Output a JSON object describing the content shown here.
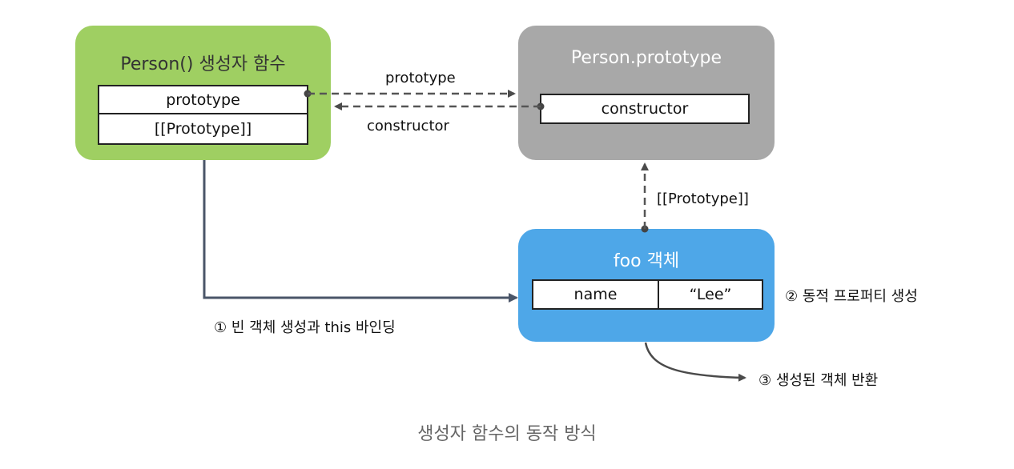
{
  "person_function": {
    "title": "Person() 생성자 함수",
    "rows": [
      "prototype",
      "[[Prototype]]"
    ],
    "color": "#9fcf62"
  },
  "person_prototype": {
    "title": "Person.prototype",
    "rows": [
      "constructor"
    ],
    "color": "#a8a8a8"
  },
  "foo_object": {
    "title": "foo 객체",
    "prop_name": "name",
    "prop_value": "“Lee”",
    "color": "#4ea7e8"
  },
  "arrows": {
    "prototype": "prototype",
    "constructor": "constructor",
    "proto_link": "[[Prototype]]"
  },
  "steps": {
    "step1": "① 빈 객체 생성과 this 바인딩",
    "step2": "② 동적 프로퍼티 생성",
    "step3": "③ 생성된 객체 반환"
  },
  "caption": "생성자 함수의 동작 방식"
}
